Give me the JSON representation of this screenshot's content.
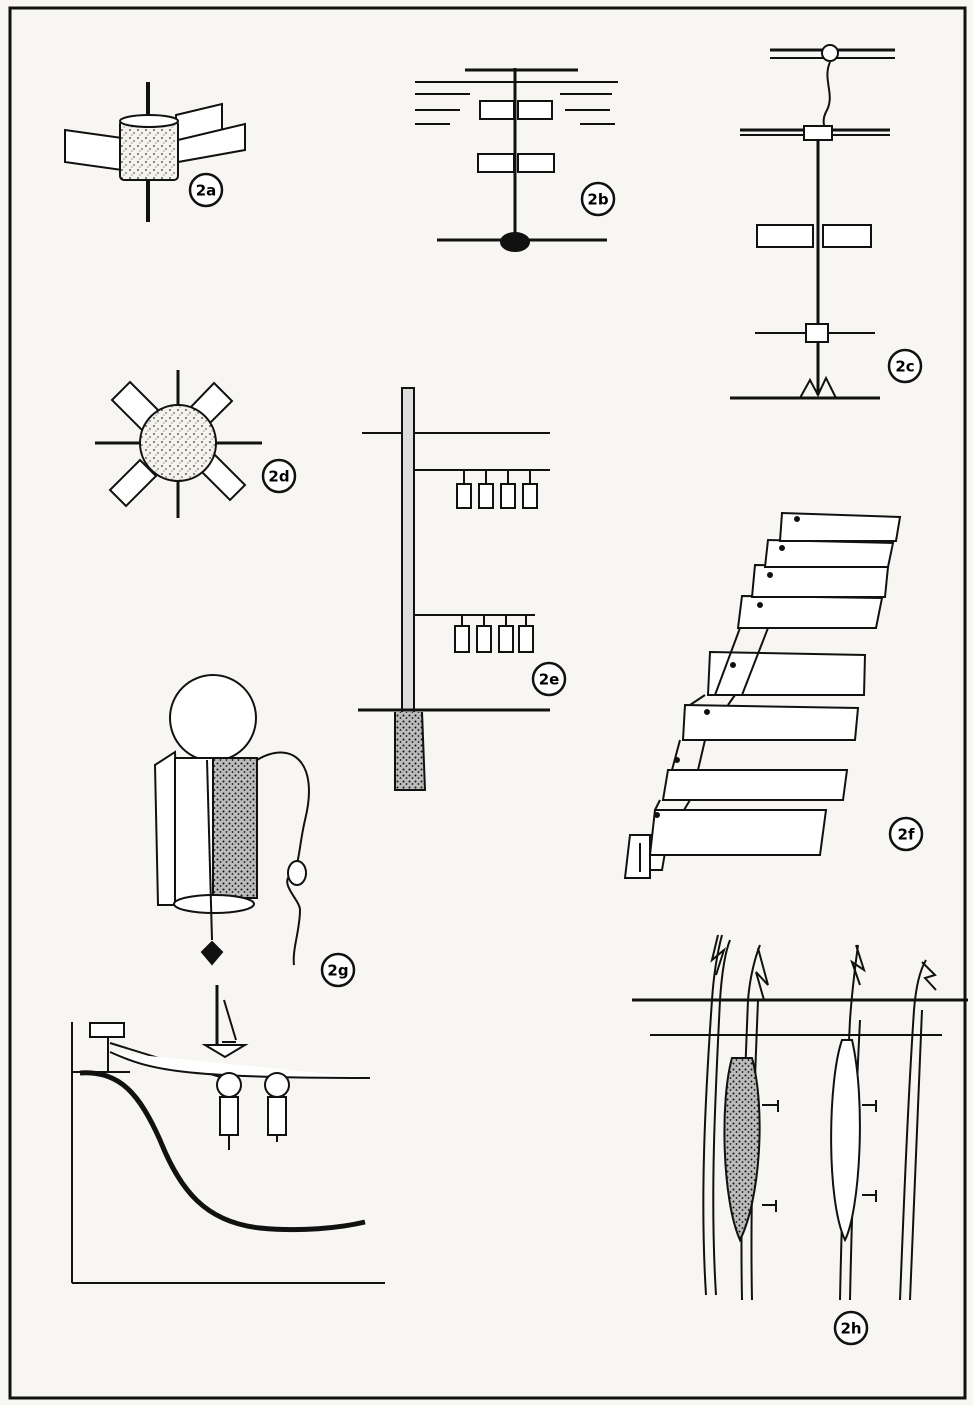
{
  "figures": [
    {
      "id": "2a",
      "label": "2a"
    },
    {
      "id": "2b",
      "label": "2b"
    },
    {
      "id": "2c",
      "label": "2c"
    },
    {
      "id": "2d",
      "label": "2d"
    },
    {
      "id": "2e",
      "label": "2e"
    },
    {
      "id": "2f",
      "label": "2f"
    },
    {
      "id": "2g",
      "label": "2g"
    },
    {
      "id": "2h",
      "label": "2h"
    }
  ],
  "colors": {
    "ink": "#111111",
    "paper": "#f7f6f3",
    "stipple": "#444444"
  }
}
